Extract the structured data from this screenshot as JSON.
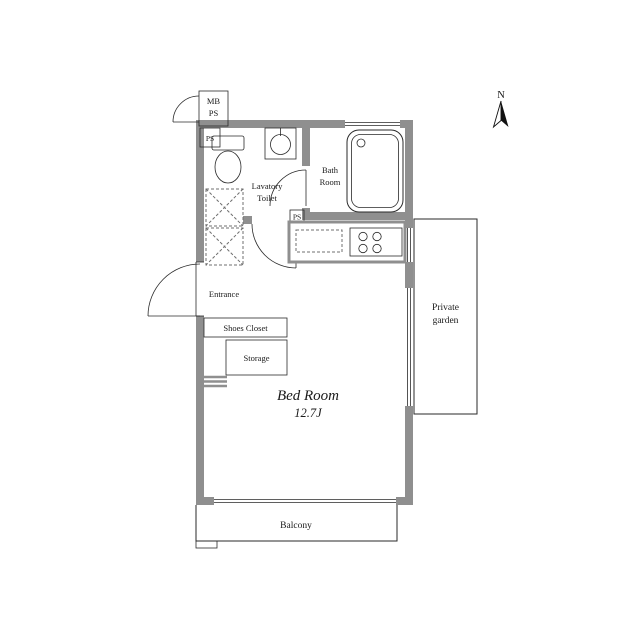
{
  "colors": {
    "wall": "#8f8f8f",
    "line": "#2a2a2a",
    "bg": "#ffffff"
  },
  "compass": {
    "north_label": "N"
  },
  "rooms": {
    "mb_ps": {
      "line1": "MB",
      "line2": "PS"
    },
    "ps_upper": {
      "label": "PS"
    },
    "lavatory": {
      "line1": "Lavatory",
      "line2": "Toilet"
    },
    "bath_room": {
      "line1": "Bath",
      "line2": "Room"
    },
    "ps_lower": {
      "label": "PS"
    },
    "entrance": {
      "label": "Entrance"
    },
    "shoes_closet": {
      "label": "Shoes Closet"
    },
    "storage": {
      "label": "Storage"
    },
    "bed_room": {
      "name": "Bed Room",
      "size": "12.7J"
    },
    "balcony": {
      "label": "Balcony"
    },
    "private_garden": {
      "line1": "Private",
      "line2": "garden"
    }
  }
}
